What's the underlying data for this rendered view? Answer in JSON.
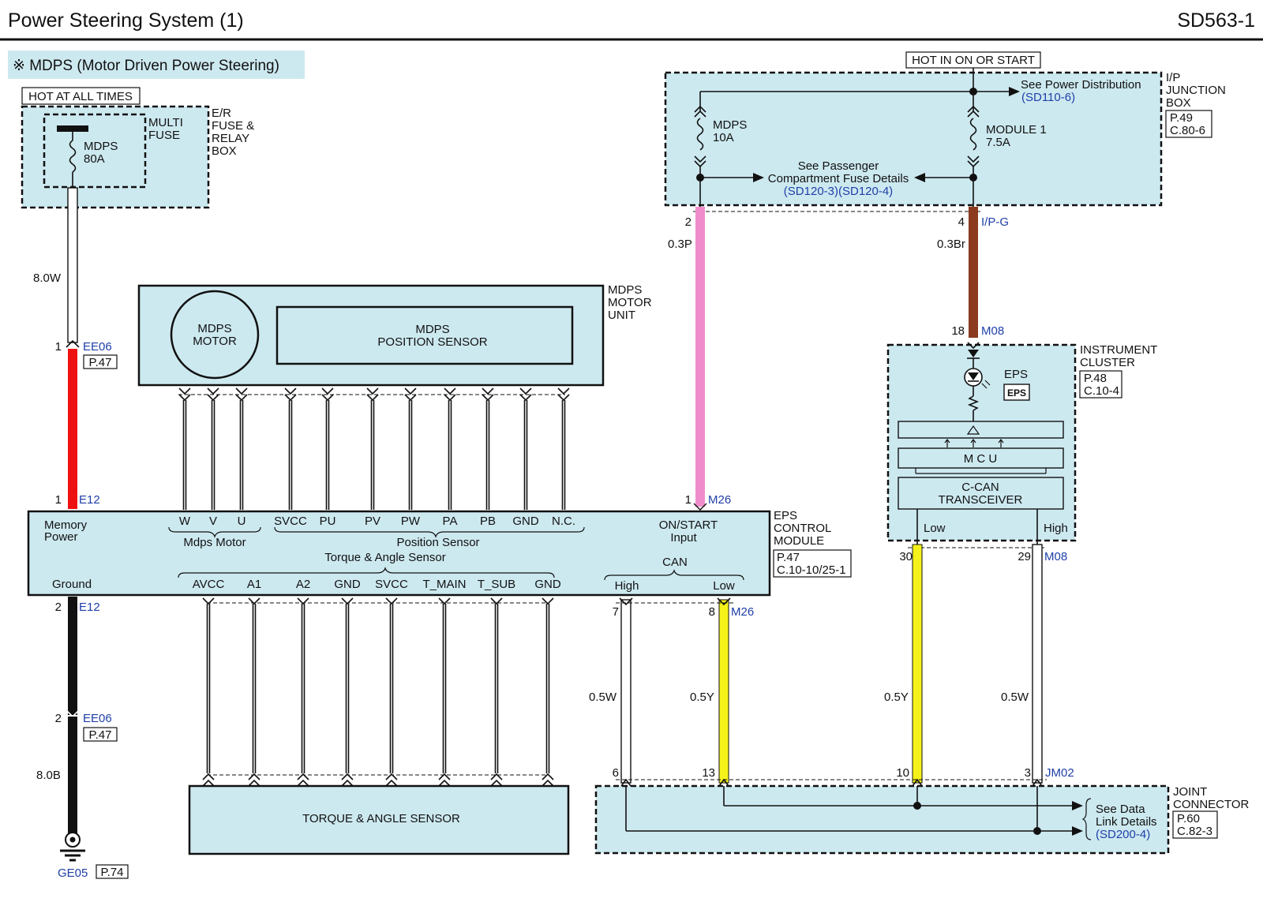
{
  "header": {
    "title": "Power Steering System (1)",
    "code": "SD563-1"
  },
  "section_label": "※ MDPS (Motor Driven Power Steering)",
  "power": {
    "hot_all_times": "HOT AT ALL TIMES",
    "hot_in_on_start": "HOT IN ON OR START"
  },
  "er_box": {
    "name_lines": [
      "E/R",
      "FUSE &",
      "RELAY",
      "BOX"
    ],
    "multi_fuse": [
      "MULTI",
      "FUSE"
    ],
    "fuse": [
      "MDPS",
      "80A"
    ]
  },
  "ip_box": {
    "name_lines": [
      "I/P",
      "JUNCTION",
      "BOX"
    ],
    "ref": [
      "P.49",
      "C.80-6"
    ],
    "fuse1": [
      "MDPS",
      "10A"
    ],
    "fuse2": [
      "MODULE 1",
      "7.5A"
    ],
    "see_power": "See Power Distribution",
    "see_power_ref": "(SD110-6)",
    "see_pass": [
      "See Passenger",
      "Compartment Fuse Details"
    ],
    "see_pass_ref": "(SD120-3)(SD120-4)"
  },
  "motor_unit": {
    "name_lines": [
      "MDPS",
      "MOTOR",
      "UNIT"
    ],
    "motor": [
      "MDPS",
      "MOTOR"
    ],
    "pos_sensor": [
      "MDPS",
      "POSITION SENSOR"
    ]
  },
  "ecm": {
    "name_lines": [
      "EPS",
      "CONTROL",
      "MODULE"
    ],
    "ref": [
      "P.47",
      "C.10-10/25-1"
    ],
    "memory_power": [
      "Memory",
      "Power"
    ],
    "ground": "Ground",
    "motor_pins": [
      "W",
      "V",
      "U"
    ],
    "motor_group": "Mdps Motor",
    "pos_pins": [
      "SVCC",
      "PU",
      "PV",
      "PW",
      "PA",
      "PB",
      "GND",
      "N.C."
    ],
    "pos_group": "Position Sensor",
    "torque_group": "Torque & Angle Sensor",
    "torque_pins": [
      "AVCC",
      "A1",
      "A2",
      "GND",
      "SVCC",
      "T_MAIN",
      "T_SUB",
      "GND"
    ],
    "on_start": [
      "ON/START",
      "Input"
    ],
    "can": "CAN",
    "can_high": "High",
    "can_low": "Low"
  },
  "cluster": {
    "name_lines": [
      "INSTRUMENT",
      "CLUSTER"
    ],
    "ref": [
      "P.48",
      "C.10-4"
    ],
    "eps": "EPS",
    "eps_icon": "EPS",
    "mcu": "M C U",
    "transceiver": [
      "C-CAN",
      "TRANSCEIVER"
    ],
    "low": "Low",
    "high": "High"
  },
  "torque_sensor": {
    "name": "TORQUE & ANGLE SENSOR"
  },
  "joint": {
    "name_lines": [
      "JOINT",
      "CONNECTOR"
    ],
    "ref": [
      "P.60",
      "C.82-3"
    ],
    "see_data": [
      "See Data",
      "Link Details"
    ],
    "see_data_ref": "(SD200-4)"
  },
  "connectors": {
    "ee06_top": {
      "pin": "1",
      "id": "EE06",
      "ref": "P.47"
    },
    "e12_top": {
      "pin": "1",
      "id": "E12"
    },
    "e12_bot": {
      "pin": "2",
      "id": "E12"
    },
    "ee06_bot": {
      "pin": "2",
      "id": "EE06",
      "ref": "P.47"
    },
    "ground": {
      "id": "GE05",
      "ref": "P.74"
    },
    "ip_left_pin": "2",
    "ip_right_pin": "4",
    "ip_right_id": "I/P-G",
    "m08_top": {
      "pin": "18",
      "id": "M08"
    },
    "m26_top": {
      "pin": "1",
      "id": "M26"
    },
    "m26_can_high_pin": "7",
    "m26_can_low_pin": "8",
    "m26_can_id": "M26",
    "m08_bot_low_pin": "30",
    "m08_bot_high_pin": "29",
    "m08_bot_id": "M08",
    "jm02_pins": [
      "6",
      "13",
      "10",
      "3"
    ],
    "jm02_id": "JM02"
  },
  "wires": {
    "w_80w": "8.0W",
    "w_80b": "8.0B",
    "w_03p": "0.3P",
    "w_03br": "0.3Br",
    "can_high_left": "0.5W",
    "can_low_left": "0.5Y",
    "can_low_right": "0.5Y",
    "can_high_right": "0.5W"
  },
  "colors": {
    "panel": "#cde9f0",
    "red": "#ee1111",
    "pink": "#f08ccc",
    "brown": "#8b3a1e",
    "yellow": "#f4f21a",
    "black": "#111111",
    "link": "#1f3fa8"
  }
}
